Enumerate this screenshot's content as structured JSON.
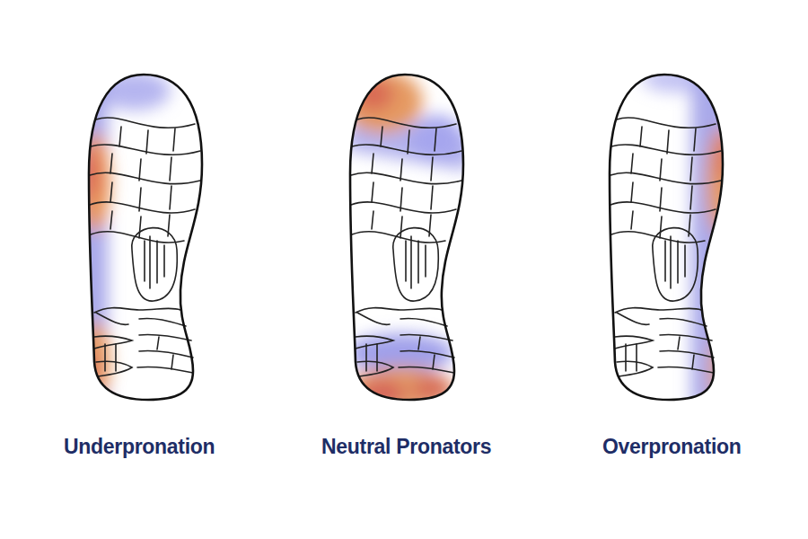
{
  "diagram": {
    "labels": [
      "Underpronation",
      "Neutral Pronators",
      "Overpronation"
    ]
  }
}
